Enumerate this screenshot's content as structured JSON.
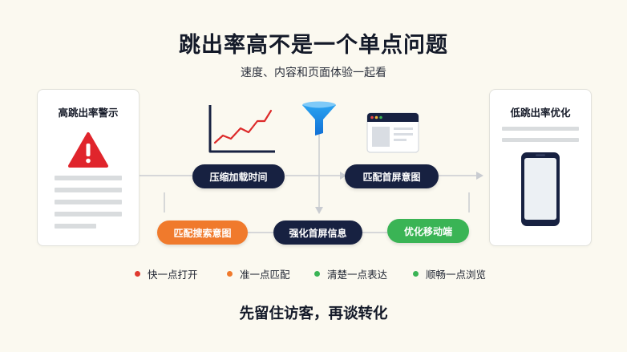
{
  "title": "跳出率高不是一个单点问题",
  "subtitle": "速度、内容和页面体验一起看",
  "left_card": {
    "title": "高跳出率警示",
    "icon": "warning-icon",
    "icon_color": "#e0252c"
  },
  "right_card": {
    "title": "低跳出率优化",
    "icon": "smartphone-icon"
  },
  "icons": {
    "chart": "line-chart-icon",
    "funnel": "funnel-icon",
    "browser": "browser-window-icon"
  },
  "nodes": {
    "compress": {
      "label": "压缩加载时间",
      "color": "#172141"
    },
    "match_top": {
      "label": "匹配首屏意图",
      "color": "#172141"
    },
    "match_search": {
      "label": "匹配搜索意图",
      "color": "#f07a2c"
    },
    "strengthen": {
      "label": "强化首屏信息",
      "color": "#172141"
    },
    "mobile": {
      "label": "优化移动端",
      "color": "#3ab455"
    }
  },
  "legend": [
    {
      "label": "快一点打开",
      "color": "#e03a2f"
    },
    {
      "label": "准一点匹配",
      "color": "#f07a2c"
    },
    {
      "label": "清楚一点表达",
      "color": "#3ab455"
    },
    {
      "label": "顺畅一点浏览",
      "color": "#3ab455"
    }
  ],
  "footer": "先留住访客，再谈转化"
}
